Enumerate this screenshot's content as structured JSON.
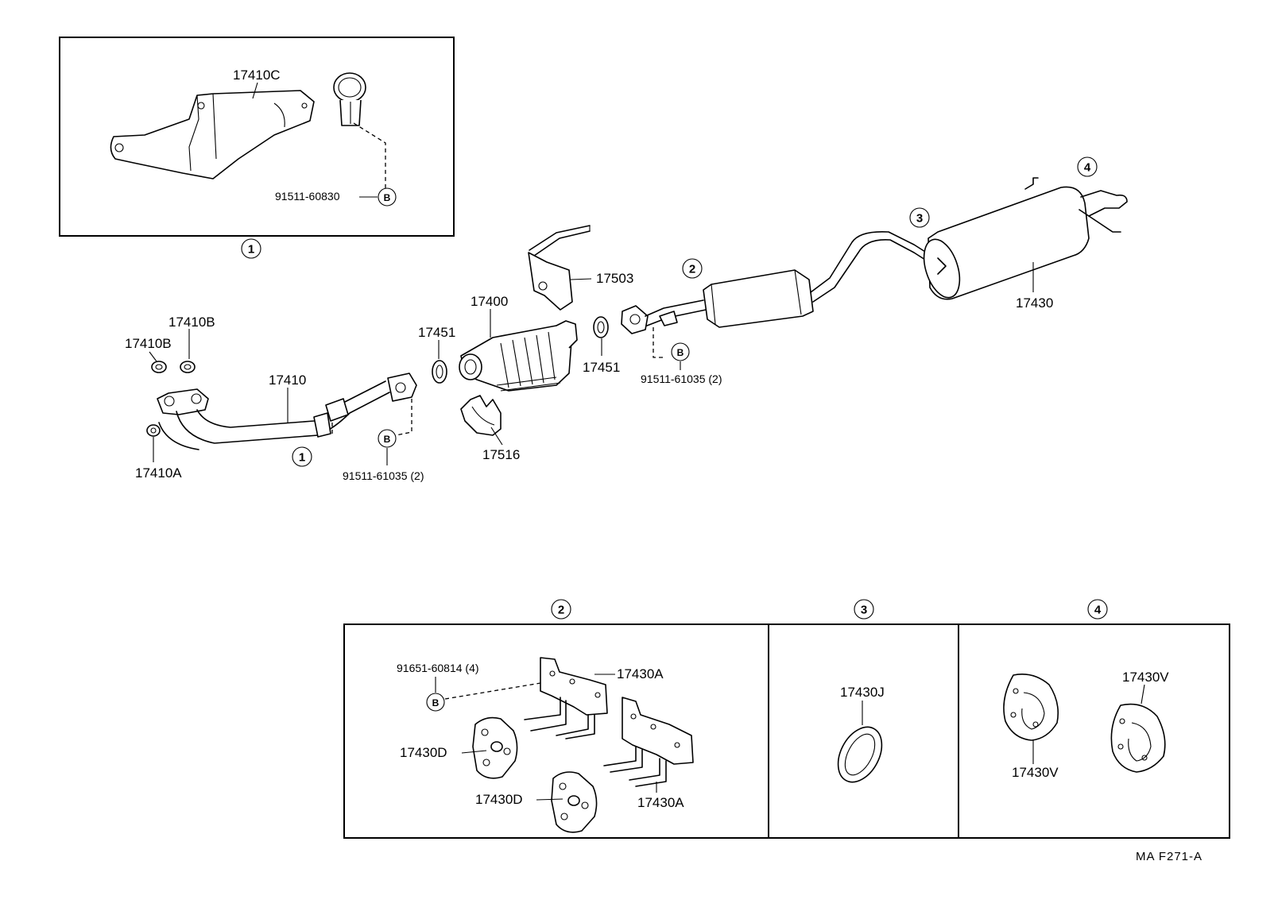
{
  "parts": {
    "p17410C": "17410C",
    "p91511_60830": "91511-60830",
    "p17410B_top": "17410B",
    "p17410B_left": "17410B",
    "p17410": "17410",
    "p17410A": "17410A",
    "p91511_61035_front": "91511-61035 (2)",
    "p17451_front": "17451",
    "p17400": "17400",
    "p17516": "17516",
    "p17503": "17503",
    "p17451_rear": "17451",
    "p91511_61035_rear": "91511-61035 (2)",
    "p17430": "17430",
    "p91651_60814": "91651-60814 (4)",
    "p17430A_top": "17430A",
    "p17430A_bottom": "17430A",
    "p17430D_left": "17430D",
    "p17430D_bottom": "17430D",
    "p17430J": "17430J",
    "p17430V_top": "17430V",
    "p17430V_bottom": "17430V"
  },
  "callouts": {
    "c1": "1",
    "c2": "2",
    "c3": "3",
    "c4": "4"
  },
  "bolt_mark": "B",
  "reference_code": "MA  F271-A"
}
